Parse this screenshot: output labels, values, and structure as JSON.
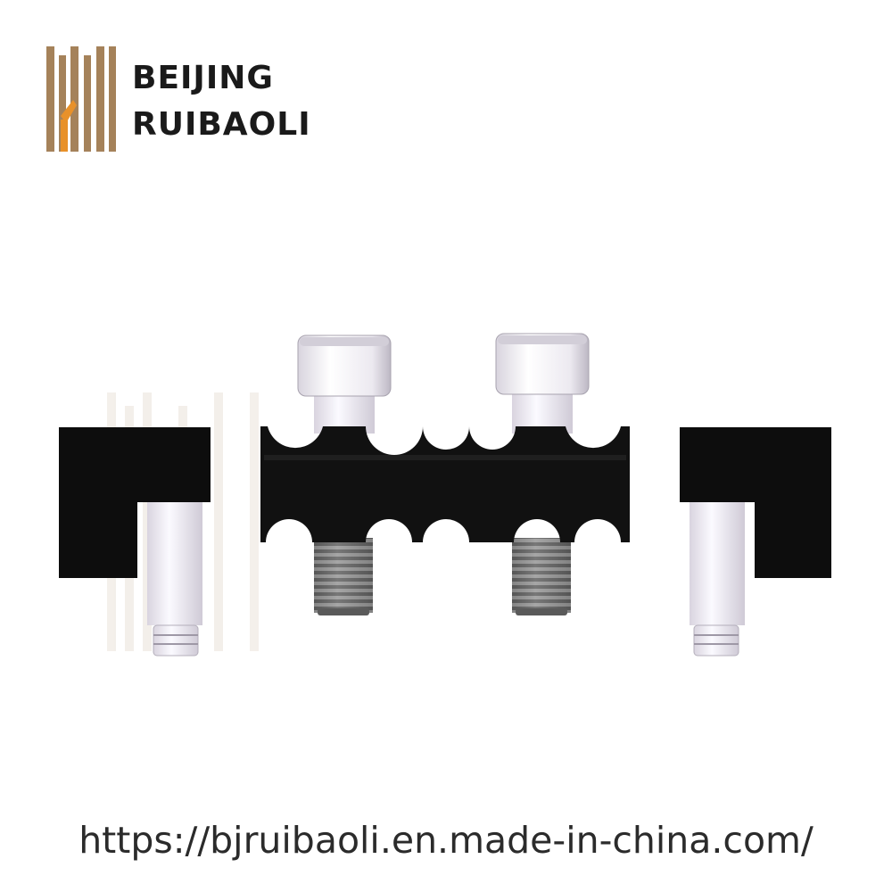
{
  "brand": {
    "line1": "BEIJING",
    "line2": "RUIBAOLI",
    "colors": {
      "bar": "#a5825a",
      "accent": "#e8912a",
      "text": "#1a1a1a"
    }
  },
  "product": {
    "icon": "gasket-fastener-assembly",
    "colors": {
      "body": "#111111",
      "bolt_head": "#eceaf0",
      "thread": "#6e6e6e",
      "pin": "#e9e6ee"
    }
  },
  "footer": {
    "url": "https://bjruibaoli.en.made-in-china.com/"
  }
}
